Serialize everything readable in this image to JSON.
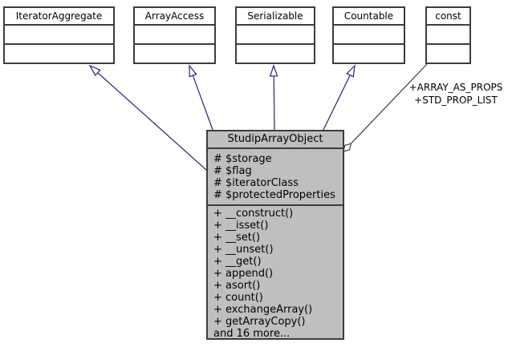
{
  "diagram": {
    "kind": "uml-class-inheritance-diagram",
    "main_class": {
      "name": "StudipArrayObject",
      "attributes": [
        "# $storage",
        "# $flag",
        "# $iteratorClass",
        "# $protectedProperties"
      ],
      "methods": [
        "+ __construct()",
        "+ __isset()",
        "+ __set()",
        "+ __unset()",
        "+ __get()",
        "+ append()",
        "+ asort()",
        "+ count()",
        "+ exchangeArray()",
        "+ getArrayCopy()",
        "and 16 more..."
      ]
    },
    "parents": [
      {
        "name": "IteratorAggregate"
      },
      {
        "name": "ArrayAccess"
      },
      {
        "name": "Serializable"
      },
      {
        "name": "Countable"
      },
      {
        "name": "const"
      }
    ],
    "edges": [
      {
        "from": "StudipArrayObject",
        "to": "IteratorAggregate",
        "type": "inheritance"
      },
      {
        "from": "StudipArrayObject",
        "to": "ArrayAccess",
        "type": "inheritance"
      },
      {
        "from": "StudipArrayObject",
        "to": "Serializable",
        "type": "inheritance"
      },
      {
        "from": "StudipArrayObject",
        "to": "Countable",
        "type": "inheritance"
      },
      {
        "from": "StudipArrayObject",
        "to": "const",
        "type": "aggregation",
        "label": "+ARRAY_AS_PROPS +STD_PROP_LIST"
      }
    ],
    "aggregation_label": {
      "line1": "+ARRAY_AS_PROPS",
      "line2": "+STD_PROP_LIST"
    },
    "colors": {
      "inheritance_line": "#23237d",
      "aggregation_line": "#3d3d3d",
      "node_border": "#3d3d3d",
      "node_fill": "#ffffff",
      "main_node_fill": "#bfbfbf",
      "text": "#000000",
      "background": "#ffffff"
    }
  }
}
